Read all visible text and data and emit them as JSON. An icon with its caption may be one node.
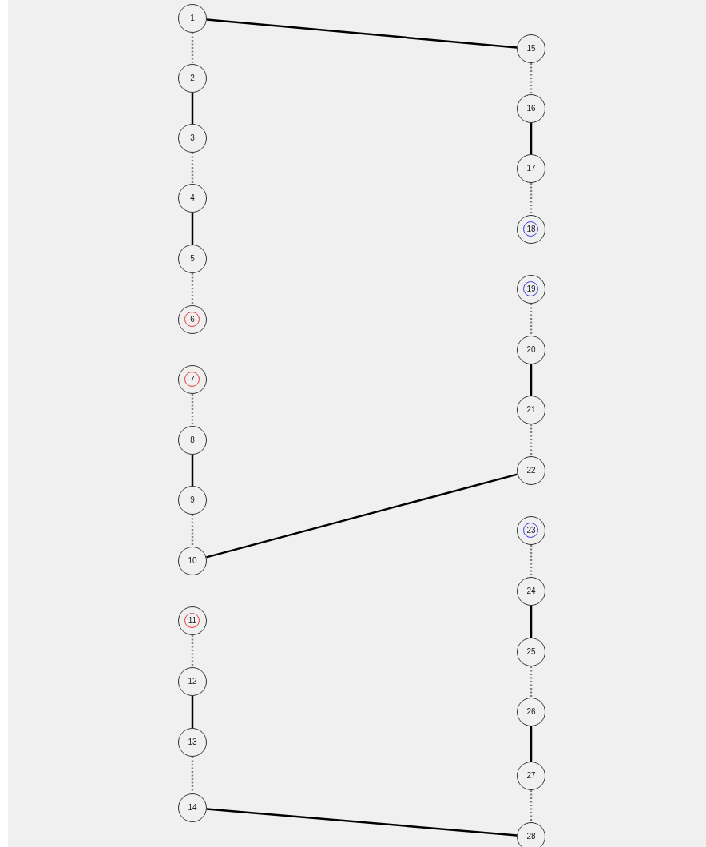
{
  "diagram": {
    "nodes": [
      {
        "text": [
          "1"
        ]
      },
      {
        "text": [
          "2"
        ]
      },
      {
        "text": [
          "3"
        ]
      },
      {
        "text": [
          "4"
        ]
      },
      {
        "text": [
          "5"
        ]
      },
      {
        "text": [
          "6"
        ]
      },
      {
        "text": [
          "7"
        ]
      },
      {
        "text": [
          "8"
        ]
      },
      {
        "text": [
          "9"
        ]
      },
      {
        "text": [
          "10"
        ]
      },
      {
        "text": [
          "11"
        ]
      },
      {
        "text": [
          "12"
        ]
      },
      {
        "text": [
          "13"
        ]
      },
      {
        "text": [
          "14"
        ]
      },
      {
        "text": [
          "15"
        ]
      },
      {
        "text": [
          "16"
        ]
      },
      {
        "text": [
          "17"
        ]
      },
      {
        "text": [
          "18"
        ]
      },
      {
        "text": [
          "19"
        ]
      },
      {
        "text": [
          "20"
        ]
      },
      {
        "text": [
          "21"
        ]
      },
      {
        "text": [
          "22"
        ]
      },
      {
        "text": [
          "23"
        ]
      },
      {
        "text": [
          "24"
        ]
      },
      {
        "text": [
          "25"
        ]
      },
      {
        "text": [
          "26"
        ]
      },
      {
        "text": [
          "27"
        ]
      },
      {
        "text": [
          "28"
        ]
      }
    ],
    "edges": [
      {
        "from": 0,
        "to": 14,
        "arrow": "none",
        "color": "#000000"
      },
      {
        "from": 0,
        "to": 1,
        "arrow": "none",
        "style": "dashed"
      },
      {
        "from": 1,
        "to": 2,
        "arrow": "none",
        "color": "#000000"
      },
      {
        "from": 2,
        "to": 3,
        "arrow": "none",
        "style": "dashed"
      },
      {
        "from": 3,
        "to": 4,
        "arrow": "none",
        "color": "#000000"
      },
      {
        "from": 4,
        "to": 5,
        "arrow": "none",
        "style": "dashed"
      },
      {
        "from": 6,
        "to": 7,
        "arrow": "none",
        "style": "dashed"
      },
      {
        "from": 7,
        "to": 8,
        "arrow": "none",
        "color": "#000000"
      },
      {
        "from": 8,
        "to": 9,
        "arrow": "none",
        "style": "dashed"
      },
      {
        "from": 9,
        "to": 21,
        "arrow": "none",
        "color": "#000000"
      },
      {
        "from": 10,
        "to": 11,
        "arrow": "none",
        "style": "dashed"
      },
      {
        "from": 11,
        "to": 12,
        "arrow": "none",
        "color": "#000000"
      },
      {
        "from": 12,
        "to": 13,
        "arrow": "none",
        "style": "dashed"
      },
      {
        "from": 13,
        "to": 27,
        "arrow": "none",
        "color": "#000000"
      },
      {
        "from": 14,
        "to": 15,
        "arrow": "none",
        "style": "dashed"
      },
      {
        "from": 15,
        "to": 16,
        "arrow": "none",
        "color": "#000000"
      },
      {
        "from": 16,
        "to": 17,
        "arrow": "none",
        "style": "dashed"
      },
      {
        "from": 18,
        "to": 19,
        "arrow": "none",
        "style": "dashed"
      },
      {
        "from": 19,
        "to": 20,
        "arrow": "none",
        "color": "#000000"
      },
      {
        "from": 20,
        "to": 21,
        "arrow": "none",
        "style": "dashed"
      },
      {
        "from": 22,
        "to": 23,
        "arrow": "none",
        "style": "dashed"
      },
      {
        "from": 23,
        "to": 24,
        "arrow": "none",
        "color": "#000000"
      },
      {
        "from": 24,
        "to": 25,
        "arrow": "none",
        "style": "dashed"
      },
      {
        "from": 25,
        "to": 26,
        "arrow": "none",
        "color": "#000000"
      },
      {
        "from": 26,
        "to": 27,
        "arrow": "none",
        "style": "dashed"
      }
    ]
  }
}
